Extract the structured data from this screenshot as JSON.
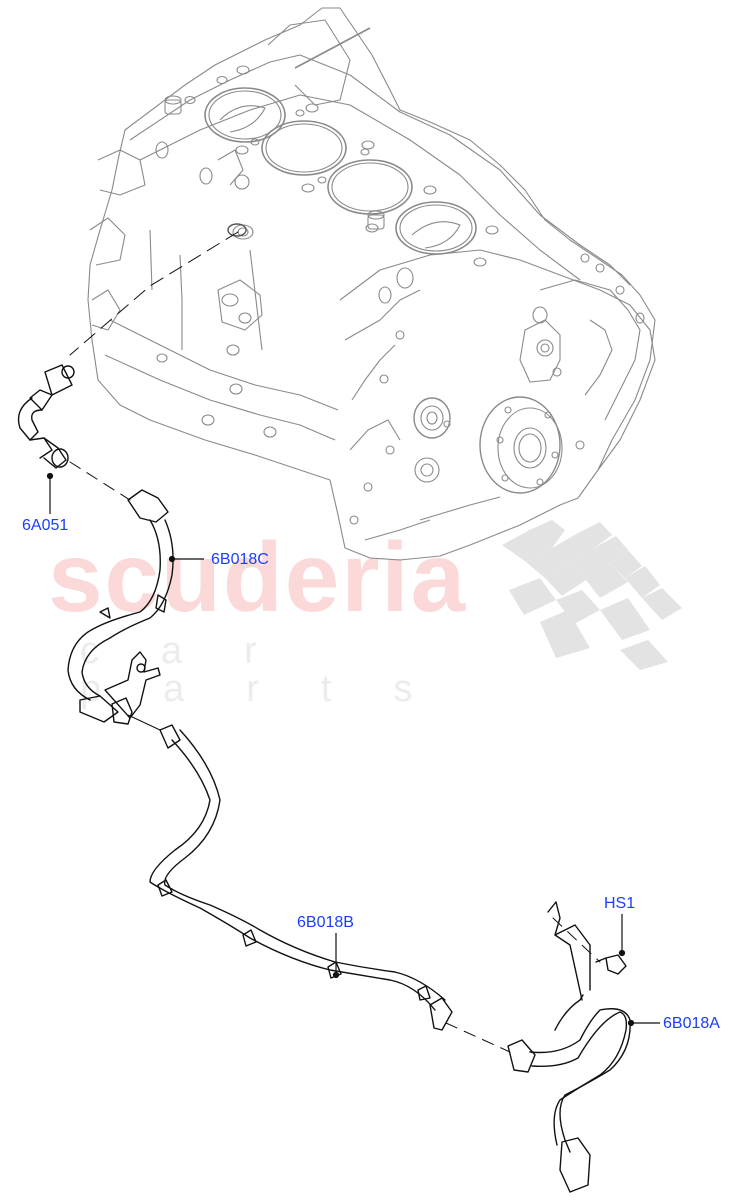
{
  "diagram": {
    "type": "exploded parts diagram",
    "subject": "engine block with sensor wiring harness",
    "watermark": {
      "main_text": "scuderia",
      "sub_text": "car parts",
      "main_color": "#fbd9d9",
      "sub_color": "#ececec",
      "flag_color": "#e3e3e3"
    },
    "callout_color": "#1a3dff",
    "line_color": "#000000",
    "engine_line_color": "#8a8a8a",
    "callouts": [
      {
        "id": "6A051",
        "label": "6A051"
      },
      {
        "id": "6B018C",
        "label": "6B018C"
      },
      {
        "id": "6B018B",
        "label": "6B018B"
      },
      {
        "id": "HS1",
        "label": "HS1"
      },
      {
        "id": "6B018A",
        "label": "6B018A"
      }
    ]
  }
}
